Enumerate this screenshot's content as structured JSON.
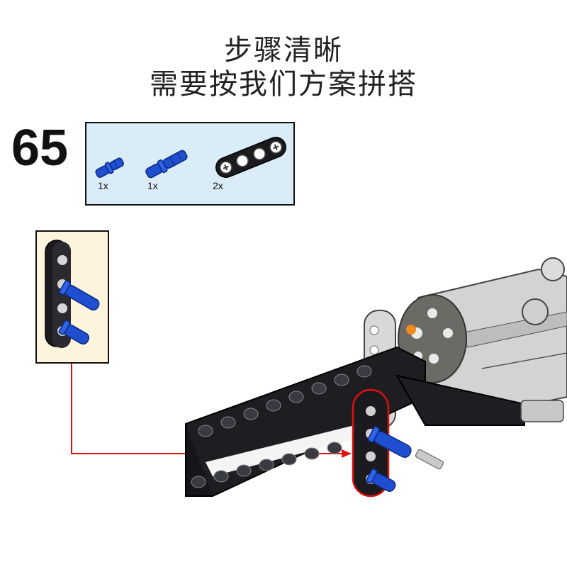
{
  "heading": {
    "line1": "步骤清晰",
    "line2": "需要按我们方案拼搭"
  },
  "step": {
    "number": "65",
    "parts": [
      {
        "name": "short-blue-pin",
        "qty": "1x"
      },
      {
        "name": "long-blue-pin",
        "qty": "1x"
      },
      {
        "name": "black-liftarm",
        "qty": "2x"
      }
    ]
  },
  "colors": {
    "part_blue": "#1f4fd0",
    "liftarm_black": "#1b1b1f",
    "parts_background": "#d9ecf8",
    "callout_background": "#fcf4dd",
    "arrow_red": "#e01010",
    "motor_grey": "#6b6b66"
  }
}
